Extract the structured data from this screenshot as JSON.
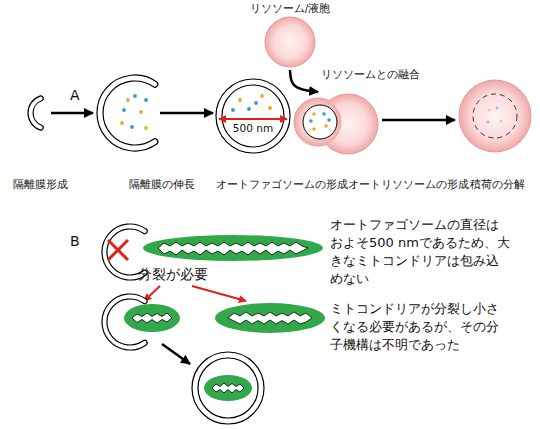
{
  "diagram": {
    "nodes": [
      {
        "text": [
          "リソソーム/液胞"
        ]
      },
      {
        "text": [
          "隔離膜形成"
        ]
      },
      {
        "text": [
          "隔離膜の伸長"
        ]
      },
      {
        "text": [
          "オートファゴソームの形成"
        ]
      },
      {
        "text": [
          "オートリソソームの形成"
        ]
      },
      {
        "text": [
          "積荷の分解"
        ]
      }
    ],
    "edges": [
      {
        "from": 1,
        "to": 2,
        "arrow": "to"
      },
      {
        "from": 2,
        "to": 3,
        "arrow": "to"
      },
      {
        "from": 0,
        "to": 4,
        "label": "リソソームとの融合",
        "arrow": "to"
      },
      {
        "from": 4,
        "to": 5,
        "arrow": "to"
      }
    ],
    "labels": [
      "A",
      "500 nm",
      "B",
      "分裂が必要",
      "オートファゴソームの直径は およそ500 nmであるため、大 きなミトコンドリアは包み込 めない",
      "ミトコンドリアが分裂し小さ くなる必要があるが、その分 子機構は不明であった"
    ]
  }
}
